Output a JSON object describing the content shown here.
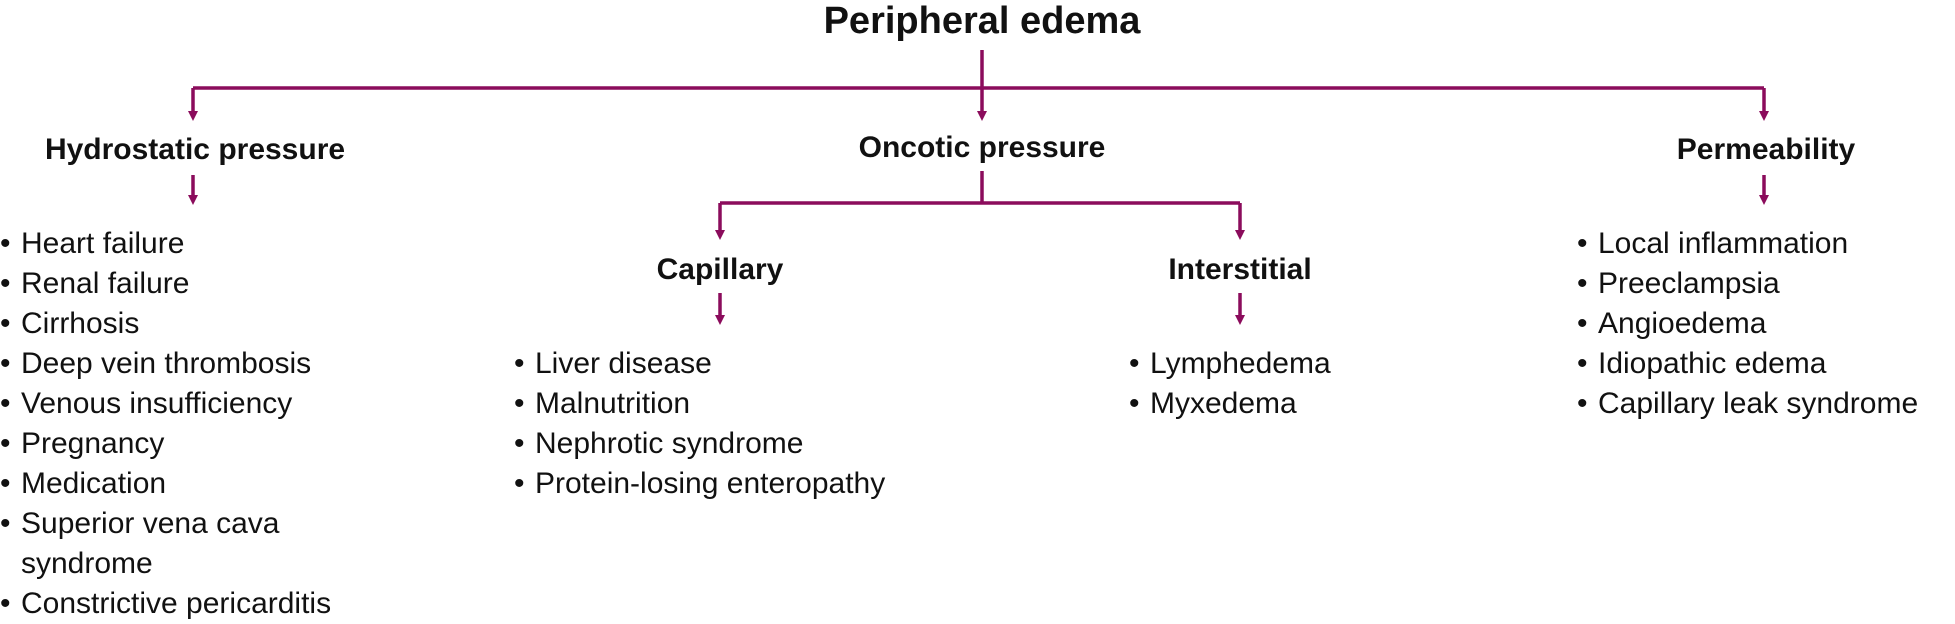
{
  "diagram": {
    "line_color": "#8b0c5c",
    "text_color": "#111111",
    "title": "Peripheral edema",
    "bullet_glyph": "•",
    "categories": [
      {
        "id": "hydrostatic",
        "label": "Hydrostatic pressure",
        "items": [
          "Heart failure",
          "Renal failure",
          "Cirrhosis",
          "Deep vein thrombosis",
          "Venous insufficiency",
          "Pregnancy",
          "Medication",
          "Superior vena cava syndrome",
          "Constrictive pericarditis"
        ]
      },
      {
        "id": "oncotic",
        "label": "Oncotic pressure",
        "subcategories": [
          {
            "id": "capillary",
            "label": "Capillary",
            "items": [
              "Liver disease",
              "Malnutrition",
              "Nephrotic syndrome",
              "Protein-losing enteropathy"
            ]
          },
          {
            "id": "interstitial",
            "label": "Interstitial",
            "items": [
              "Lymphedema",
              "Myxedema"
            ]
          }
        ]
      },
      {
        "id": "permeability",
        "label": "Permeability",
        "items": [
          "Local inflammation",
          "Preeclampsia",
          "Angioedema",
          "Idiopathic edema",
          "Capillary leak syndrome"
        ]
      }
    ]
  }
}
